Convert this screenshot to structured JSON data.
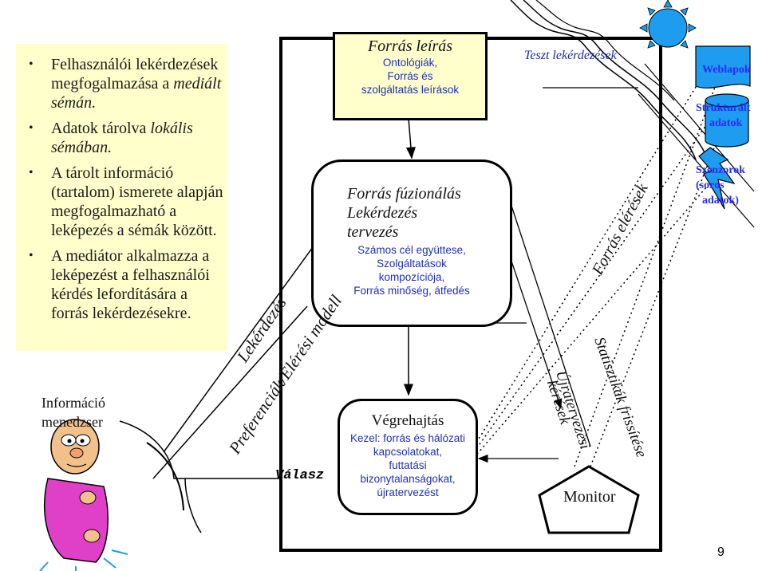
{
  "bullets": [
    {
      "parts": [
        {
          "t": "Felhasználói lekérdezések megfogalmazása a "
        },
        {
          "t": "mediált sémán.",
          "i": true
        }
      ]
    },
    {
      "parts": [
        {
          "t": "Adatok tárolva "
        },
        {
          "t": "lokális sémában.",
          "i": true
        }
      ]
    },
    {
      "parts": [
        {
          "t": "A tárolt információ (tartalom) ismerete alapján megfogalmazható a leképezés a sémák között."
        }
      ]
    },
    {
      "parts": [
        {
          "t": "A mediátor alkalmazza a leképezést a felhasználói kérdés lefordítására a forrás lekérdezésekre."
        }
      ]
    }
  ],
  "info_manager": "Információ menedzser",
  "forras_leiras": {
    "title": "Forrás leírás",
    "lines": [
      "Ontológiák,",
      "Forrás és",
      "szolgáltatás leírások"
    ]
  },
  "test_queries": "Teszt lekérdezések",
  "fusion": {
    "title_lines": [
      "Forrás fúzionálás",
      "Lekérdezés",
      "tervezés"
    ],
    "lines": [
      "Számos cél együttese,",
      "Szolgáltatások",
      "kompozíciója,",
      "Forrás minőség, átfedés"
    ]
  },
  "exec": {
    "title": "Végrehajtás",
    "lines": [
      "Kezel: forrás és hálózati",
      "kapcsolatokat,",
      "futtatási",
      "bizonytalanságokat,",
      "újratervezést"
    ]
  },
  "valasz": "Válasz",
  "monitor": "Monitor",
  "rotated": {
    "lekerdezes": "Lekérdezés",
    "pref": "Preferenciák/Elérési modell",
    "forras_eleresek": "Forrás elérések",
    "ujratervezesi": "Újratervezési",
    "kereseket": "kérések",
    "statisztikak": "Statisztikák frissítése"
  },
  "sources": {
    "webpages": "Weblapok",
    "structured_1": "Strukturált",
    "structured_2": "adatok",
    "sensors_1": "Szenzorok",
    "sensors_2": "(soros",
    "sensors_3": "adatok)"
  },
  "page_number": "9",
  "colors": {
    "highlight": "#ffffcc",
    "blue_text": "#1f2fc0",
    "source_fill": "#1e9cf0",
    "label_blue": "#2a2aff"
  }
}
